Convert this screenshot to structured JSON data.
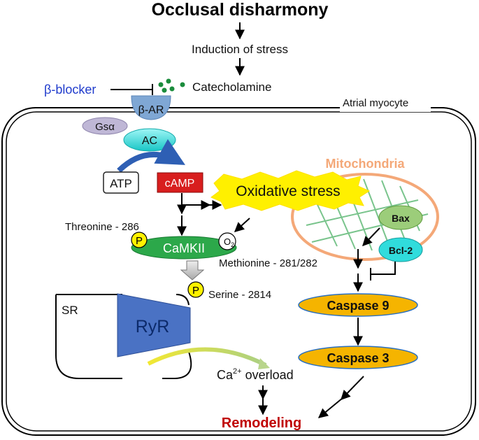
{
  "title": "Occlusal disharmony",
  "induction": "Induction of stress",
  "beta_blocker": "β-blocker",
  "catecholamine": "Catecholamine",
  "atrial_myocyte": "Atrial myocyte",
  "beta_ar": "β-AR",
  "gsa": "Gsα",
  "ac": "AC",
  "atp": "ATP",
  "camp": "cAMP",
  "oxidative_stress": "Oxidative stress",
  "mitochondria": "Mitochondria",
  "bax": "Bax",
  "bcl2": "Bcl-2",
  "threonine": "Threonine - 286",
  "camkii": "CaMKII",
  "o2_main": "O",
  "o2_sub": "2",
  "methionine": "Methionine - 281/282",
  "p_label": "P",
  "serine": "Serine - 2814",
  "sr": "SR",
  "ryr": "RyR",
  "caspase9": "Caspase 9",
  "caspase3": "Caspase 3",
  "ca_main": "Ca",
  "ca_sup": "2+",
  "ca_rest": " overload",
  "remodeling": "Remodeling",
  "colors": {
    "blue_text": "#1f3bcc",
    "remodeling": "#c00000",
    "mito_stroke": "#f4a878",
    "camp_fill": "#d81e1e",
    "caspase_fill": "#f5b400",
    "ac_fill": "#1ed8d8",
    "camkii_fill": "#2ca84a",
    "ryr_fill": "#4a72c4",
    "bax_fill": "#9ccd7a",
    "bcl2_fill": "#30dcdc",
    "star_fill": "#fff000",
    "p_fill": "#fff200"
  }
}
